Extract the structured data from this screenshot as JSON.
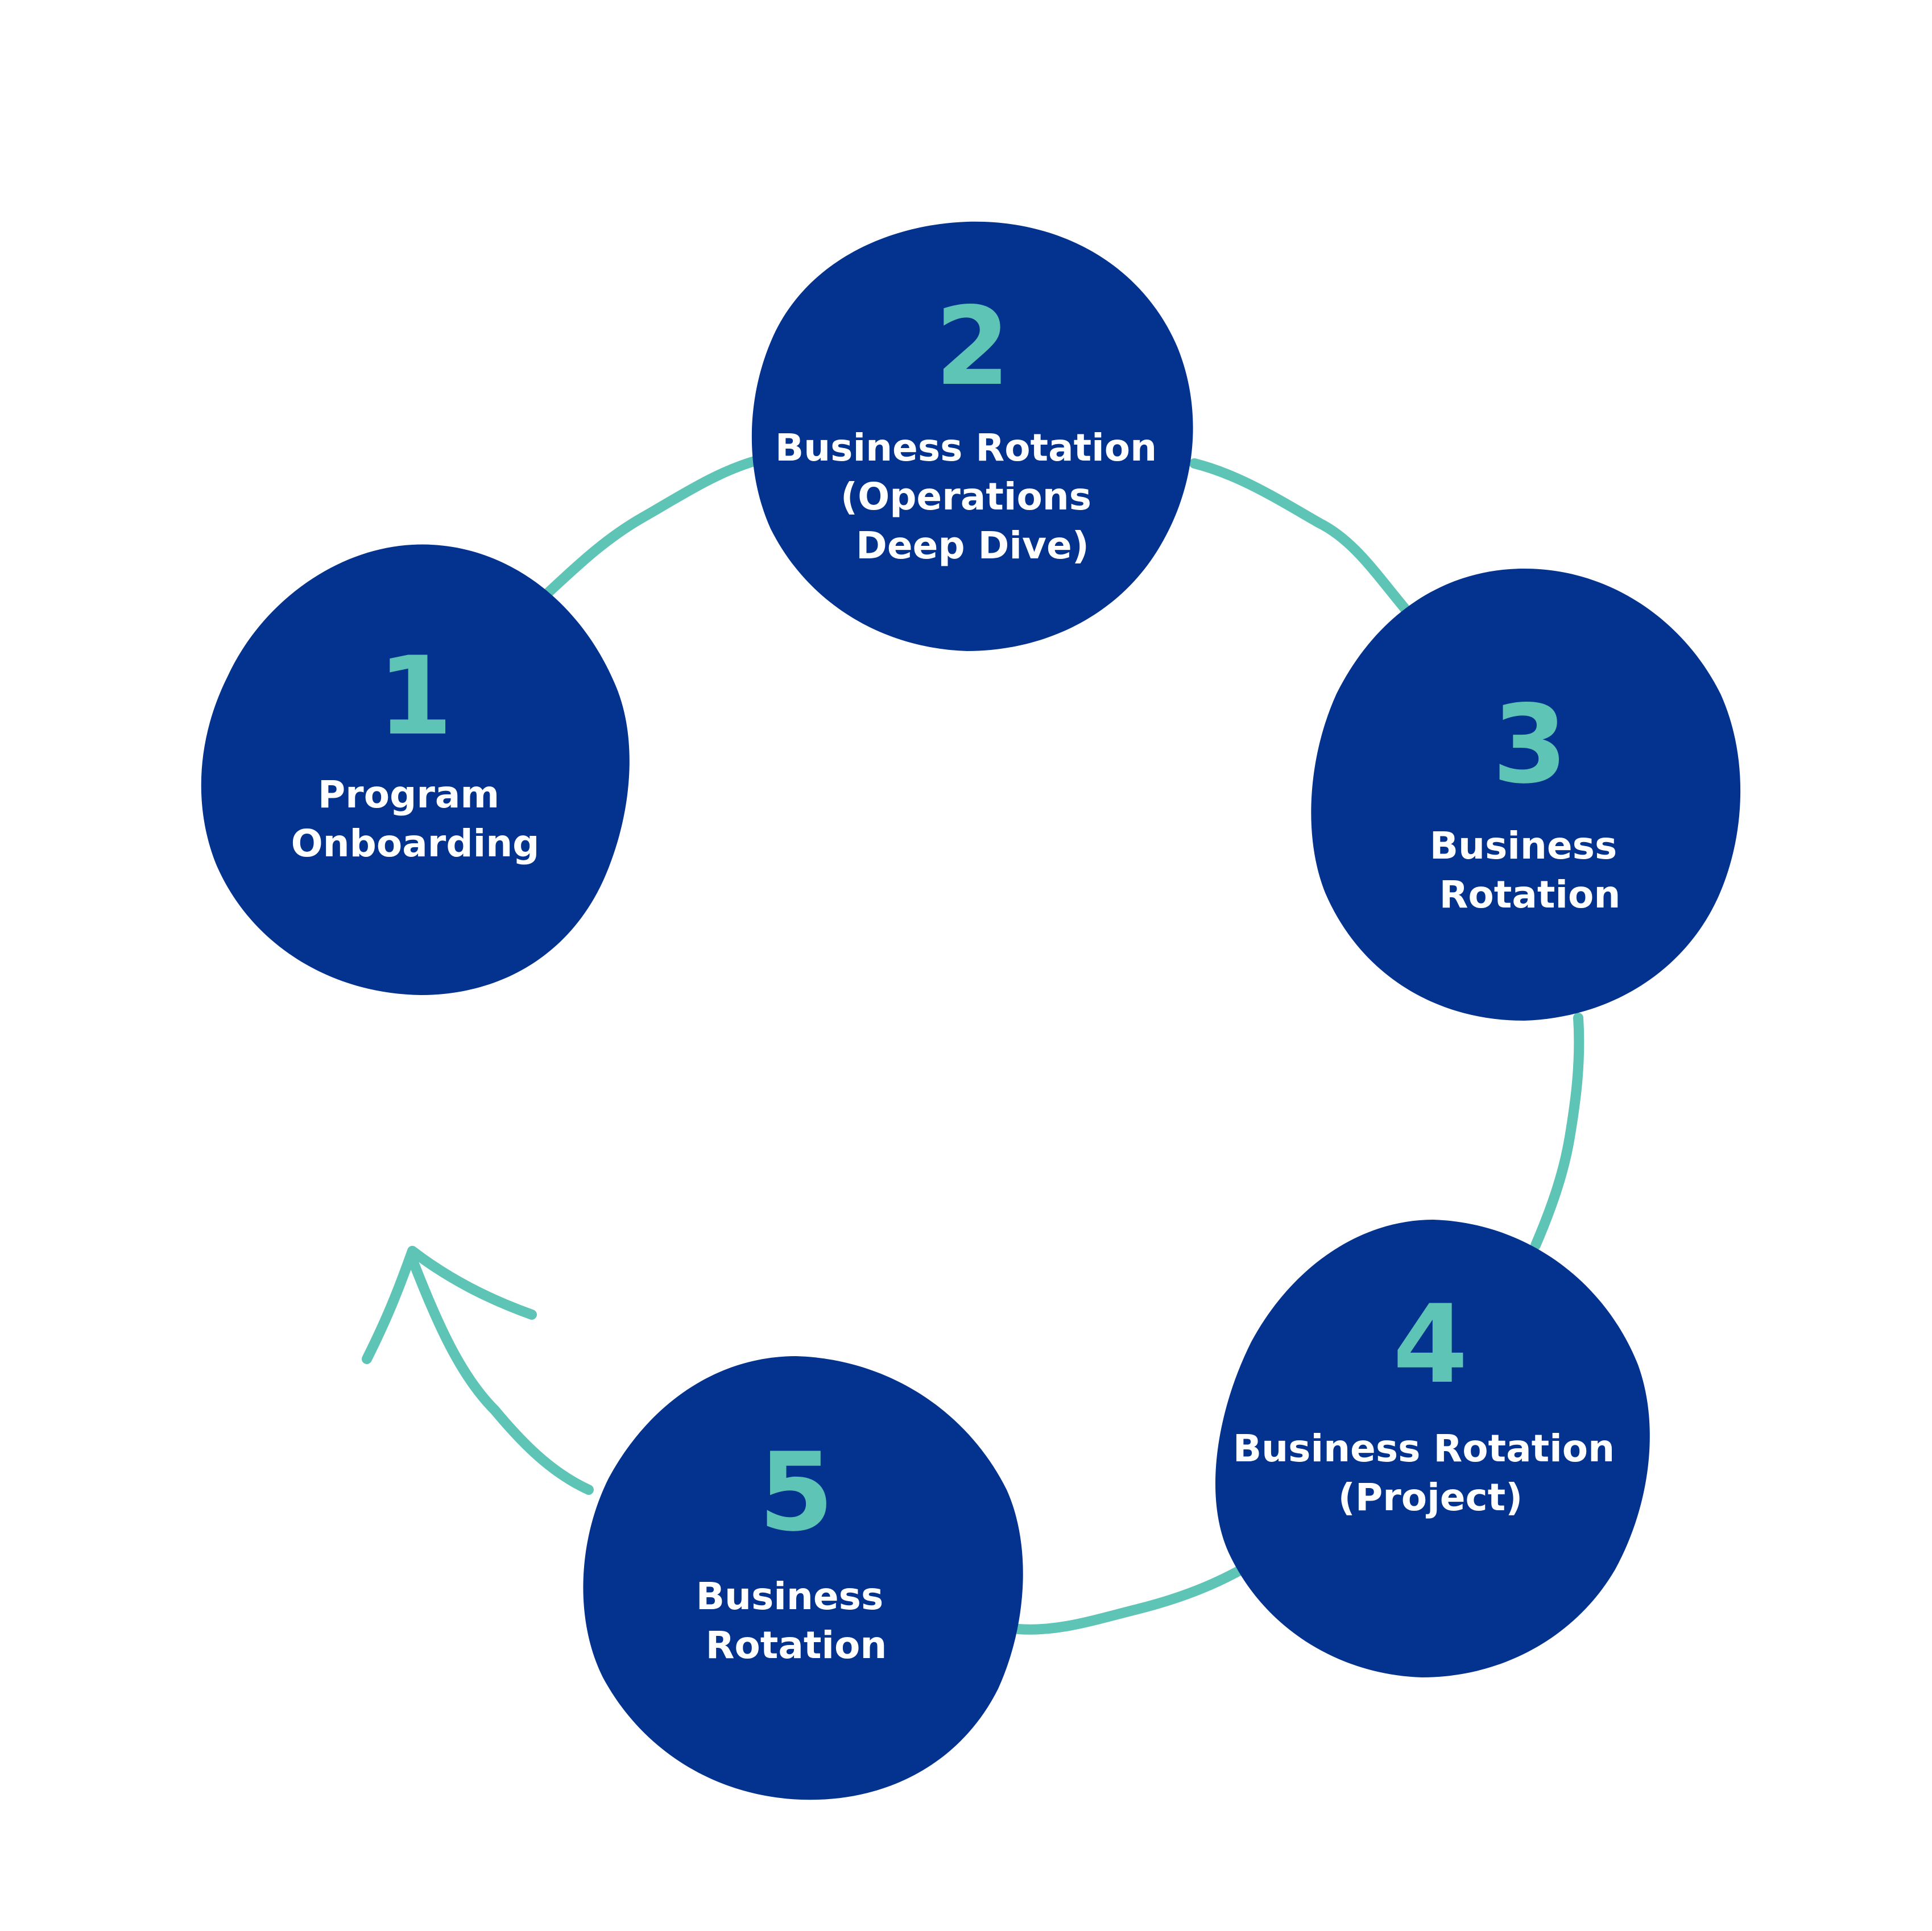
{
  "colors": {
    "background": "#ffffff",
    "node_fill": "#03338e",
    "accent": "#5ec4b6",
    "label_text": "#ffffff"
  },
  "steps": [
    {
      "number": "1",
      "label_lines": [
        "Program",
        "Onboarding"
      ]
    },
    {
      "number": "2",
      "label_lines": [
        "Business Rotation",
        "(Operations",
        "Deep Dive)"
      ]
    },
    {
      "number": "3",
      "label_lines": [
        "Business",
        "Rotation"
      ]
    },
    {
      "number": "4",
      "label_lines": [
        "Business Rotation",
        "(Project)"
      ]
    },
    {
      "number": "5",
      "label_lines": [
        "Business",
        "Rotation"
      ]
    }
  ],
  "flow": {
    "direction": "clockwise",
    "connectors": [
      {
        "from": "1",
        "to": "2"
      },
      {
        "from": "2",
        "to": "3"
      },
      {
        "from": "3",
        "to": "4"
      },
      {
        "from": "4",
        "to": "5"
      },
      {
        "from": "5",
        "to": "1",
        "arrow": true
      }
    ]
  }
}
